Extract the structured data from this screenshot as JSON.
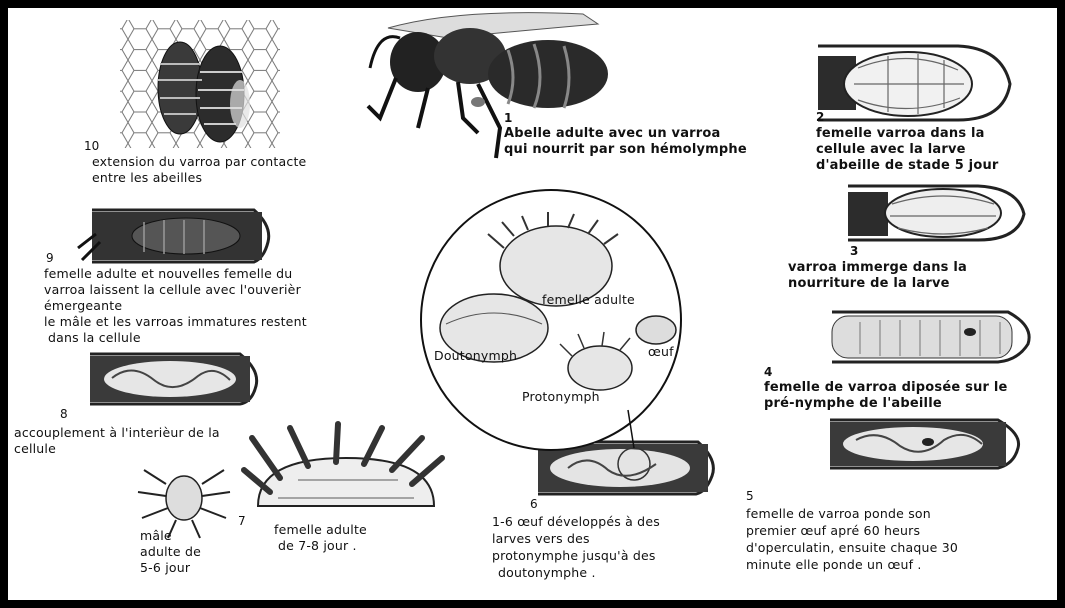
{
  "stages": {
    "s1": {
      "num": "1",
      "line1": "Abelle adulte avec un varroa",
      "line2": "qui nourrit par son hémolymphe"
    },
    "s2": {
      "num": "2",
      "line1": "femelle varroa dans la",
      "line2": "cellule avec la larve",
      "line3": "d'abeille de stade 5 jour"
    },
    "s3": {
      "num": "3",
      "line1": "varroa immerge dans la",
      "line2": "nourriture de la larve"
    },
    "s4": {
      "num": "4",
      "line1": "femelle de varroa diposée sur le",
      "line2": "pré-nymphe de l'abeille"
    },
    "s5": {
      "num": "5",
      "line1": "femelle de varroa ponde son",
      "line2": "premier œuf apré 60 heurs",
      "line3": "d'operculatin, ensuite chaque 30",
      "line4": "minute  elle ponde un œuf ."
    },
    "s6": {
      "num": "6",
      "line1": "1-6 œuf développés à des",
      "line2": "larves vers des",
      "line3": "protonymphe jusqu'à des",
      "line4": "doutonymphe ."
    },
    "s7": {
      "num": "7",
      "male1": "mâle",
      "male2": "adulte de",
      "male3": "5-6 jour",
      "fem1": "femelle adulte",
      "fem2": "de 7-8 jour ."
    },
    "s8": {
      "num": "8",
      "line1": "accouplement à l'interièur de la",
      "line2": "cellule"
    },
    "s9": {
      "num": "9",
      "line1": "femelle adulte et nouvelles femelle du",
      "line2": "varroa laissent la cellule avec l'ouverièr",
      "line3": "émergeante",
      "line4": "le mâle et les varroas immatures restent",
      "line5": "dans la cellule"
    },
    "s10": {
      "num": "10",
      "line1": "extension du varroa par contacte",
      "line2": "entre les  abeilles"
    }
  },
  "circle": {
    "adult": "femelle adulte",
    "egg": "œuf",
    "deuto": "Doutonymph",
    "proto": "Protonymph"
  }
}
